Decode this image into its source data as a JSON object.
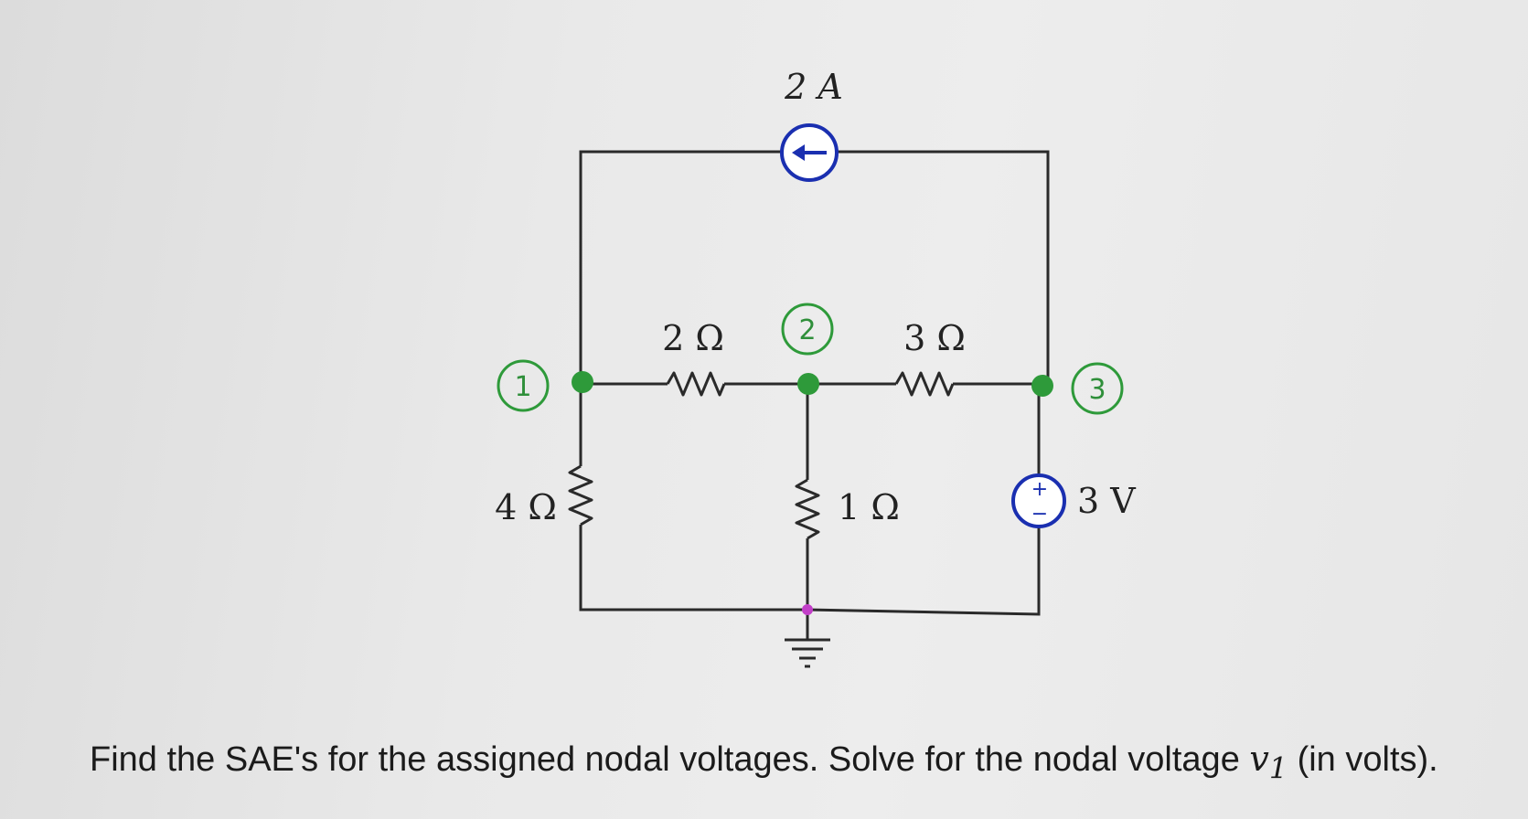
{
  "circuit": {
    "current_source": {
      "label": "2 A"
    },
    "voltage_source": {
      "label": "3 V",
      "plus": "+",
      "minus": "−"
    },
    "resistors": {
      "r_top_left": "2 Ω",
      "r_top_right": "3 Ω",
      "r_left": "4 Ω",
      "r_middle": "1 Ω"
    },
    "nodes": {
      "n1": "1",
      "n2": "2",
      "n3": "3"
    },
    "colors": {
      "node": "#2e9a3a",
      "source": "#1a2fb0",
      "ground_dot": "#c23fc8"
    }
  },
  "question": {
    "text_before": "Find the SAE's for the assigned nodal voltages. Solve for the nodal voltage ",
    "variable": "v",
    "subscript": "1",
    "text_after": " (in volts)."
  }
}
